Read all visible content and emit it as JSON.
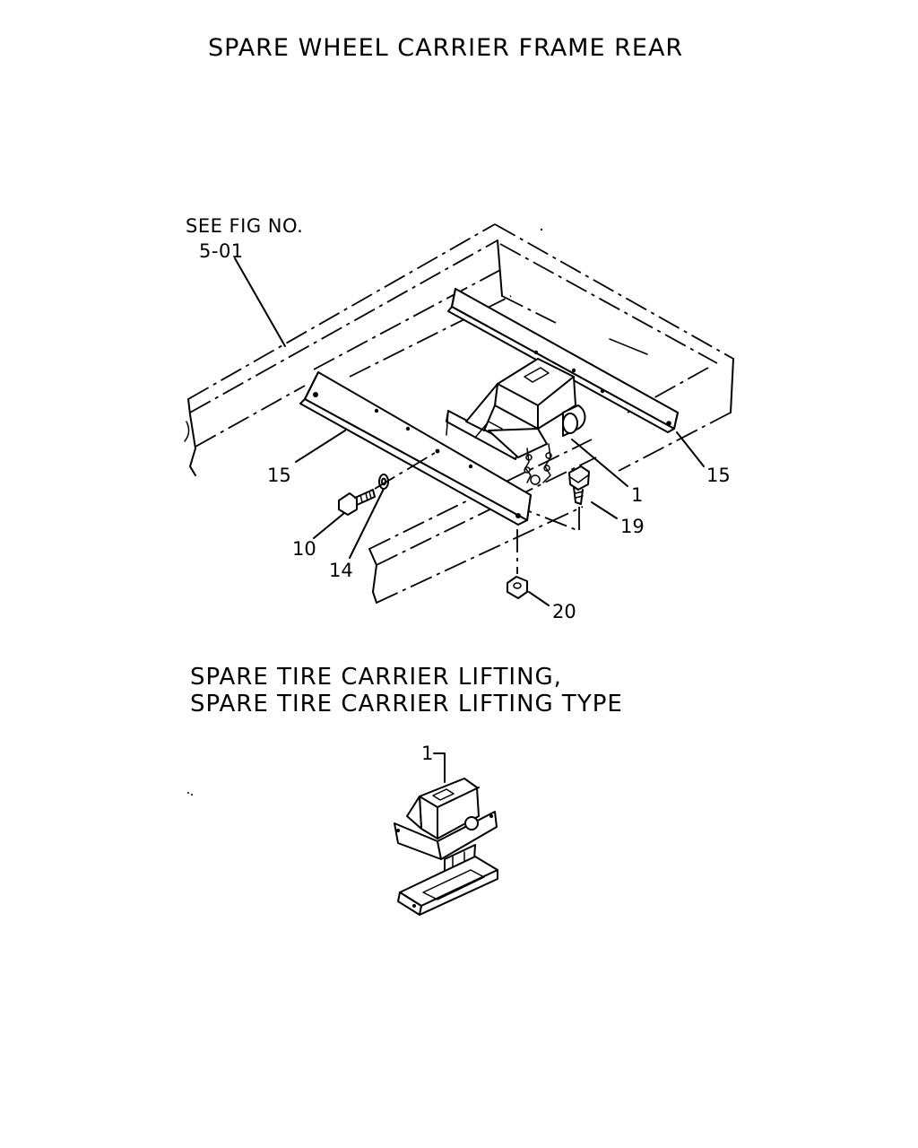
{
  "diagram": {
    "title": "SPARE WHEEL CARRIER FRAME REAR",
    "reference": {
      "line1": "SEE FIG NO.",
      "line2": "5-01"
    },
    "callouts": {
      "part_15_left": "15",
      "part_15_right": "15",
      "part_1": "1",
      "part_19": "19",
      "part_10": "10",
      "part_14": "14",
      "part_20": "20",
      "part_1_detail": "1"
    },
    "section": {
      "line1": "SPARE TIRE CARRIER LIFTING,",
      "line2": "SPARE TIRE CARRIER LIFTING TYPE"
    }
  }
}
